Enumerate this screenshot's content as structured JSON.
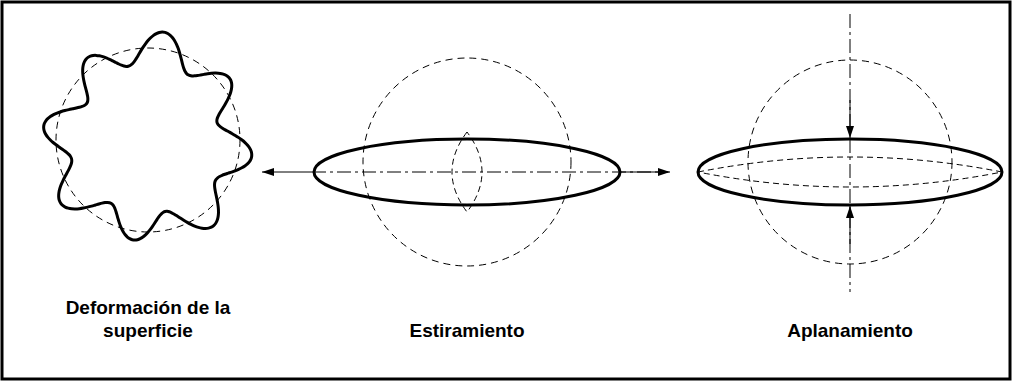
{
  "diagram": {
    "labels": [
      "Deformación de la superficie",
      "Estiramiento",
      "Aplanamiento"
    ]
  }
}
